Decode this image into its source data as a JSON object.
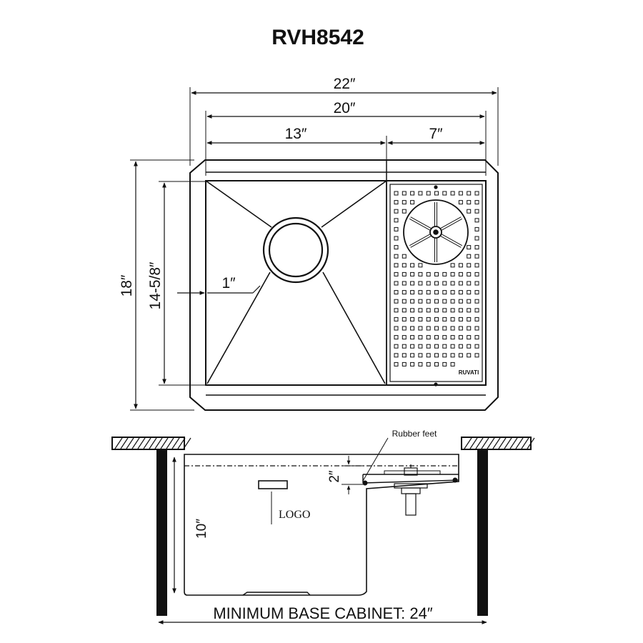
{
  "title": "RVH8542",
  "top_view": {
    "dims": {
      "overall_width": "22″",
      "bowl_width": "20″",
      "left_section": "13″",
      "right_section": "7″",
      "overall_depth": "18″",
      "bowl_depth": "14-5/8″",
      "rim_offset": "1″"
    },
    "rack_logo": "RUVATI",
    "colors": {
      "line": "#111111"
    }
  },
  "side_view": {
    "rubber_feet_label": "Rubber feet",
    "ledge_depth": "2″",
    "bowl_height": "10″",
    "logo_label": "LOGO",
    "min_cabinet_label": "MINIMUM BASE CABINET: 24″"
  }
}
